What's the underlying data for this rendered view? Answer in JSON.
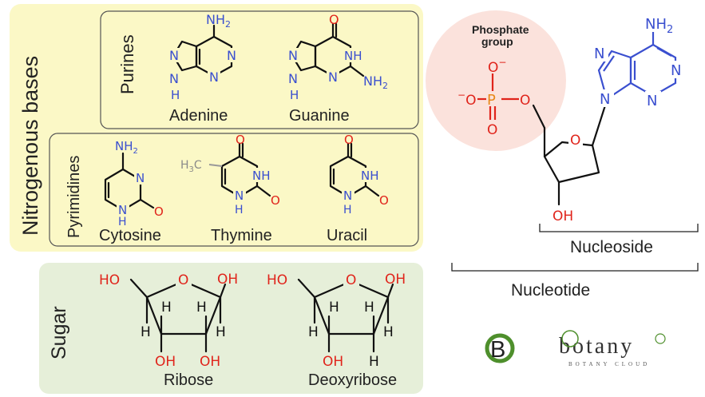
{
  "labels": {
    "nitrogenous_bases": "Nitrogenous bases",
    "purines": "Purines",
    "pyrimidines": "Pyrimidines",
    "sugar": "Sugar",
    "adenine": "Adenine",
    "guanine": "Guanine",
    "cytosine": "Cytosine",
    "thymine": "Thymine",
    "uracil": "Uracil",
    "ribose": "Ribose",
    "deoxyribose": "Deoxyribose",
    "phosphate_group_line1": "Phosphate",
    "phosphate_group_line2": "group",
    "nucleoside": "Nucleoside",
    "nucleotide": "Nucleotide"
  },
  "atoms": {
    "nh2": "NH",
    "sub2": "2",
    "n": "N",
    "h": "H",
    "nh": "NH",
    "o": "O",
    "ho": "HO",
    "oh": "OH",
    "h3c": "H",
    "c": "C",
    "p": "P",
    "ominus": "O",
    "minus": "−"
  },
  "logos": {
    "b_letter": "B",
    "botany": "botany",
    "botany_cloud": "BOTANY CLOUD"
  },
  "colors": {
    "bases_panel": "#fbf8c6",
    "sugar_panel": "#e6efd9",
    "phosphate_circle": "#fbe2dc",
    "nitrogen": "#3a4fcf",
    "oxygen": "#e0241b",
    "phosphorus": "#e8891a",
    "logo_green": "#4e8f2c"
  }
}
